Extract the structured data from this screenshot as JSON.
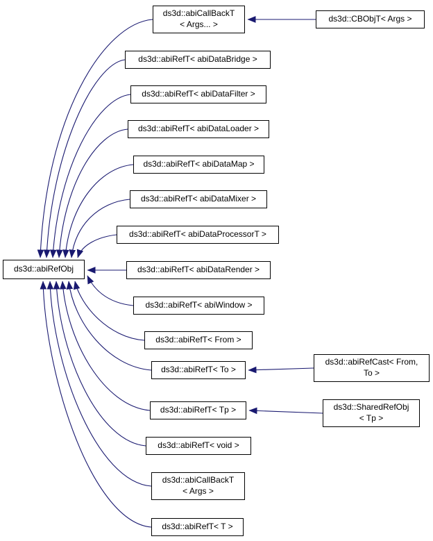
{
  "diagram": {
    "type": "class-inheritance-graph",
    "colors": {
      "edge": "#191970",
      "node-border": "#000000",
      "node-fill": "#ffffff",
      "text": "#000000"
    },
    "nodes": [
      {
        "id": "abiRefObj",
        "label": "ds3d::abiRefObj"
      },
      {
        "id": "abiCallBackT-Args-var",
        "label": "ds3d::abiCallBackT\n< Args... >"
      },
      {
        "id": "abiRefT-abiDataBridge",
        "label": "ds3d::abiRefT< abiDataBridge >"
      },
      {
        "id": "abiRefT-abiDataFilter",
        "label": "ds3d::abiRefT< abiDataFilter >"
      },
      {
        "id": "abiRefT-abiDataLoader",
        "label": "ds3d::abiRefT< abiDataLoader >"
      },
      {
        "id": "abiRefT-abiDataMap",
        "label": "ds3d::abiRefT< abiDataMap >"
      },
      {
        "id": "abiRefT-abiDataMixer",
        "label": "ds3d::abiRefT< abiDataMixer >"
      },
      {
        "id": "abiRefT-abiDataProcessorT",
        "label": "ds3d::abiRefT< abiDataProcessorT >"
      },
      {
        "id": "abiRefT-abiDataRender",
        "label": "ds3d::abiRefT< abiDataRender >"
      },
      {
        "id": "abiRefT-abiWindow",
        "label": "ds3d::abiRefT< abiWindow >"
      },
      {
        "id": "abiRefT-From",
        "label": "ds3d::abiRefT< From >"
      },
      {
        "id": "abiRefT-To",
        "label": "ds3d::abiRefT< To >"
      },
      {
        "id": "abiRefT-Tp",
        "label": "ds3d::abiRefT< Tp >"
      },
      {
        "id": "abiRefT-void",
        "label": "ds3d::abiRefT< void >"
      },
      {
        "id": "abiCallBackT-Args",
        "label": "ds3d::abiCallBackT\n< Args >"
      },
      {
        "id": "abiRefT-T",
        "label": "ds3d::abiRefT< T >"
      },
      {
        "id": "CBObjT-Args",
        "label": "ds3d::CBObjT< Args >"
      },
      {
        "id": "abiRefCast-From-To",
        "label": "ds3d::abiRefCast< From,\nTo >"
      },
      {
        "id": "SharedRefObj-Tp",
        "label": "ds3d::SharedRefObj\n< Tp >"
      }
    ],
    "edges": [
      {
        "from": "abiCallBackT-Args-var",
        "to": "abiRefObj"
      },
      {
        "from": "abiRefT-abiDataBridge",
        "to": "abiRefObj"
      },
      {
        "from": "abiRefT-abiDataFilter",
        "to": "abiRefObj"
      },
      {
        "from": "abiRefT-abiDataLoader",
        "to": "abiRefObj"
      },
      {
        "from": "abiRefT-abiDataMap",
        "to": "abiRefObj"
      },
      {
        "from": "abiRefT-abiDataMixer",
        "to": "abiRefObj"
      },
      {
        "from": "abiRefT-abiDataProcessorT",
        "to": "abiRefObj"
      },
      {
        "from": "abiRefT-abiDataRender",
        "to": "abiRefObj"
      },
      {
        "from": "abiRefT-abiWindow",
        "to": "abiRefObj"
      },
      {
        "from": "abiRefT-From",
        "to": "abiRefObj"
      },
      {
        "from": "abiRefT-To",
        "to": "abiRefObj"
      },
      {
        "from": "abiRefT-Tp",
        "to": "abiRefObj"
      },
      {
        "from": "abiRefT-void",
        "to": "abiRefObj"
      },
      {
        "from": "abiCallBackT-Args",
        "to": "abiRefObj"
      },
      {
        "from": "abiRefT-T",
        "to": "abiRefObj"
      },
      {
        "from": "CBObjT-Args",
        "to": "abiCallBackT-Args-var"
      },
      {
        "from": "abiRefCast-From-To",
        "to": "abiRefT-To"
      },
      {
        "from": "SharedRefObj-Tp",
        "to": "abiRefT-Tp"
      }
    ]
  }
}
